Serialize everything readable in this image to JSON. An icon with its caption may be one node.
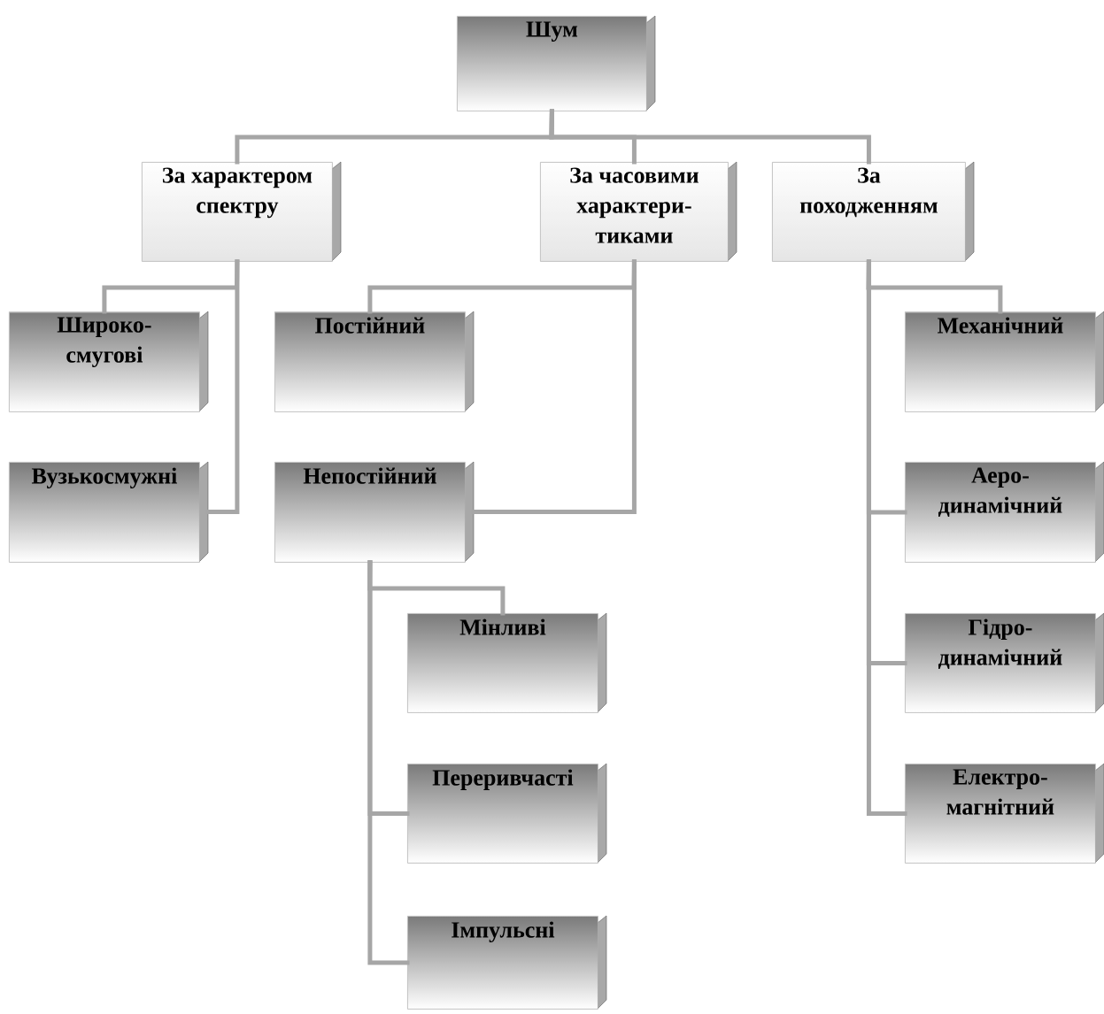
{
  "diagram": {
    "nodes": [
      {
        "text": [
          "Шум"
        ]
      },
      {
        "text": [
          "За характером спектру"
        ]
      },
      {
        "text": [
          "За часовими характери- тиками"
        ]
      },
      {
        "text": [
          "За походженням"
        ]
      },
      {
        "text": [
          "Широко- смугові"
        ]
      },
      {
        "text": [
          "Вузькосмужні"
        ]
      },
      {
        "text": [
          "Постійний"
        ]
      },
      {
        "text": [
          "Непостійний"
        ]
      },
      {
        "text": [
          "Мінливі"
        ]
      },
      {
        "text": [
          "Переривчасті"
        ]
      },
      {
        "text": [
          "Імпульсні"
        ]
      },
      {
        "text": [
          "Механічний"
        ]
      },
      {
        "text": [
          "Аеро- динамічний"
        ]
      },
      {
        "text": [
          "Гідро- динамічний"
        ]
      },
      {
        "text": [
          "Електро- магнітний"
        ]
      }
    ],
    "edges": [
      {
        "from": 0,
        "to": 1,
        "arrow": "none"
      },
      {
        "from": 0,
        "to": 2,
        "arrow": "none"
      },
      {
        "from": 0,
        "to": 3,
        "arrow": "none"
      },
      {
        "from": 1,
        "to": 4,
        "arrow": "none"
      },
      {
        "from": 1,
        "to": 5,
        "arrow": "none"
      },
      {
        "from": 2,
        "to": 6,
        "arrow": "none"
      },
      {
        "from": 2,
        "to": 7,
        "arrow": "none"
      },
      {
        "from": 7,
        "to": 8,
        "arrow": "none"
      },
      {
        "from": 7,
        "to": 9,
        "arrow": "none"
      },
      {
        "from": 7,
        "to": 10,
        "arrow": "none"
      },
      {
        "from": 3,
        "to": 11,
        "arrow": "none"
      },
      {
        "from": 3,
        "to": 12,
        "arrow": "none"
      },
      {
        "from": 3,
        "to": 13,
        "arrow": "none"
      },
      {
        "from": 3,
        "to": 14,
        "arrow": "none"
      }
    ]
  }
}
